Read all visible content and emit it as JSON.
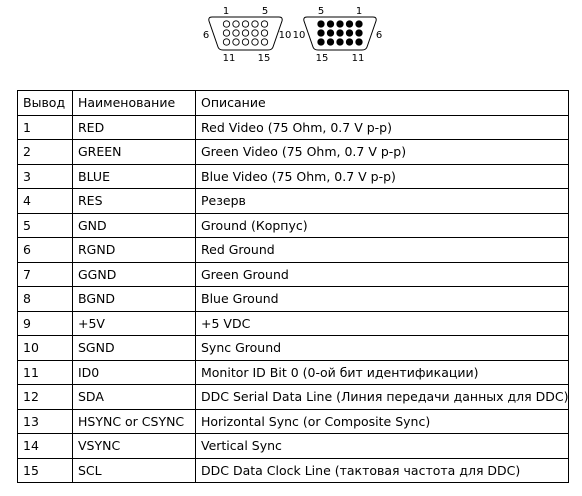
{
  "connector": {
    "female": {
      "pin_top_left": "1",
      "pin_top_right": "5",
      "pin_mid_left": "6",
      "pin_mid_right": "10",
      "pin_bottom_left": "11",
      "pin_bottom_right": "15"
    },
    "male": {
      "pin_top_left": "5",
      "pin_top_right": "1",
      "pin_mid_left": "10",
      "pin_mid_right": "6",
      "pin_bottom_left": "15",
      "pin_bottom_right": "11"
    }
  },
  "table": {
    "headers": [
      "Вывод",
      "Наименование",
      "Описание"
    ],
    "rows": [
      [
        "1",
        "RED",
        "Red Video (75 Ohm, 0.7 V p-p)"
      ],
      [
        "2",
        "GREEN",
        "Green Video (75 Ohm, 0.7 V p-p)"
      ],
      [
        "3",
        "BLUE",
        "Blue Video (75 Ohm, 0.7 V p-p)"
      ],
      [
        "4",
        "RES",
        "Резерв"
      ],
      [
        "5",
        "GND",
        "Ground (Корпус)"
      ],
      [
        "6",
        "RGND",
        "Red Ground"
      ],
      [
        "7",
        "GGND",
        "Green Ground"
      ],
      [
        "8",
        "BGND",
        "Blue Ground"
      ],
      [
        "9",
        "+5V",
        "+5 VDC"
      ],
      [
        "10",
        "SGND",
        "Sync Ground"
      ],
      [
        "11",
        "ID0",
        "Monitor ID Bit 0 (0-ой бит идентификации)"
      ],
      [
        "12",
        "SDA",
        "DDC Serial Data Line (Линия передачи данных для DDC)"
      ],
      [
        "13",
        "HSYNC or CSYNC",
        "Horizontal Sync (or Composite Sync)"
      ],
      [
        "14",
        "VSYNC",
        "Vertical Sync"
      ],
      [
        "15",
        "SCL",
        "DDC Data Clock Line (тактовая частота для DDC)"
      ]
    ]
  }
}
